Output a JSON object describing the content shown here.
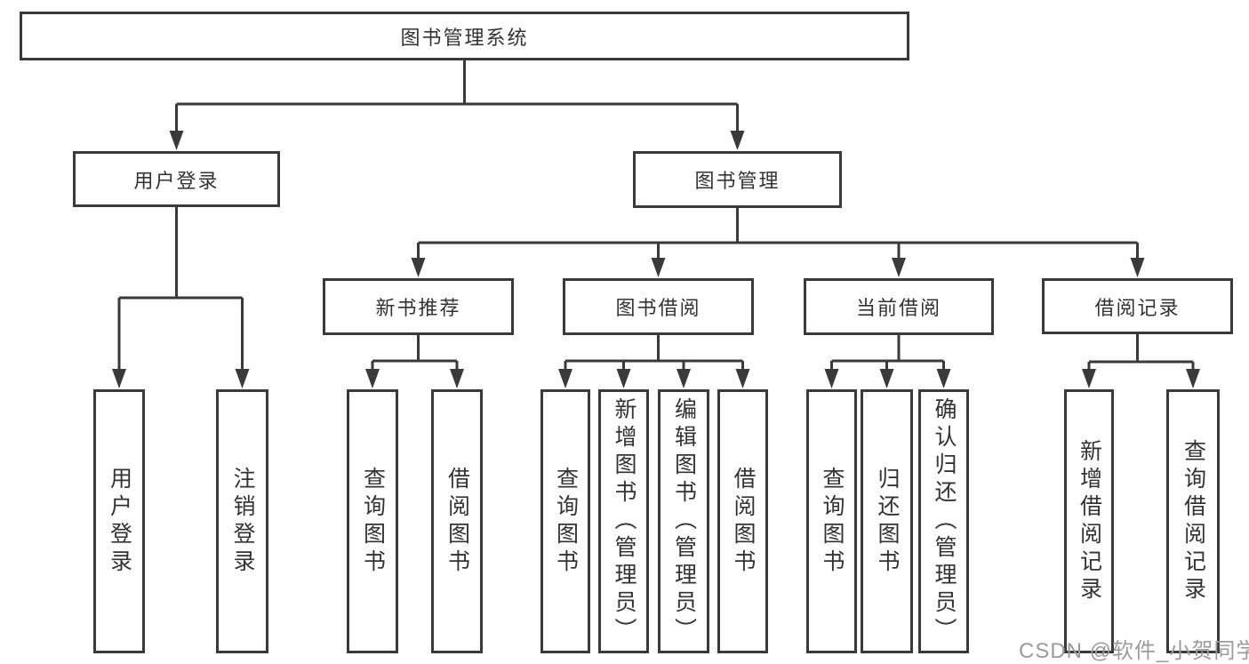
{
  "diagram_title": "图书管理系统",
  "watermark": "CSDN @软件_小贺同学",
  "colors": {
    "line": "#3a3a3a",
    "box_bg": "#ffffff",
    "text": "#333333",
    "background": "#ffffff",
    "watermark": "#9b9b9b"
  },
  "tree": {
    "root": {
      "label": "图书管理系统",
      "children": [
        {
          "label": "用户登录",
          "children": [
            {
              "label": "用户登录"
            },
            {
              "label": "注销登录"
            }
          ]
        },
        {
          "label": "图书管理",
          "children": [
            {
              "label": "新书推荐",
              "children": [
                {
                  "label": "查询图书"
                },
                {
                  "label": "借阅图书"
                }
              ]
            },
            {
              "label": "图书借阅",
              "children": [
                {
                  "label": "查询图书"
                },
                {
                  "label": "新增图书（管理员）"
                },
                {
                  "label": "编辑图书（管理员）"
                },
                {
                  "label": "借阅图书"
                }
              ]
            },
            {
              "label": "当前借阅",
              "children": [
                {
                  "label": "查询图书"
                },
                {
                  "label": "归还图书"
                },
                {
                  "label": "确认归还（管理员）"
                }
              ]
            },
            {
              "label": "借阅记录",
              "children": [
                {
                  "label": "新增借阅记录"
                },
                {
                  "label": "查询借阅记录"
                }
              ]
            }
          ]
        }
      ]
    }
  }
}
